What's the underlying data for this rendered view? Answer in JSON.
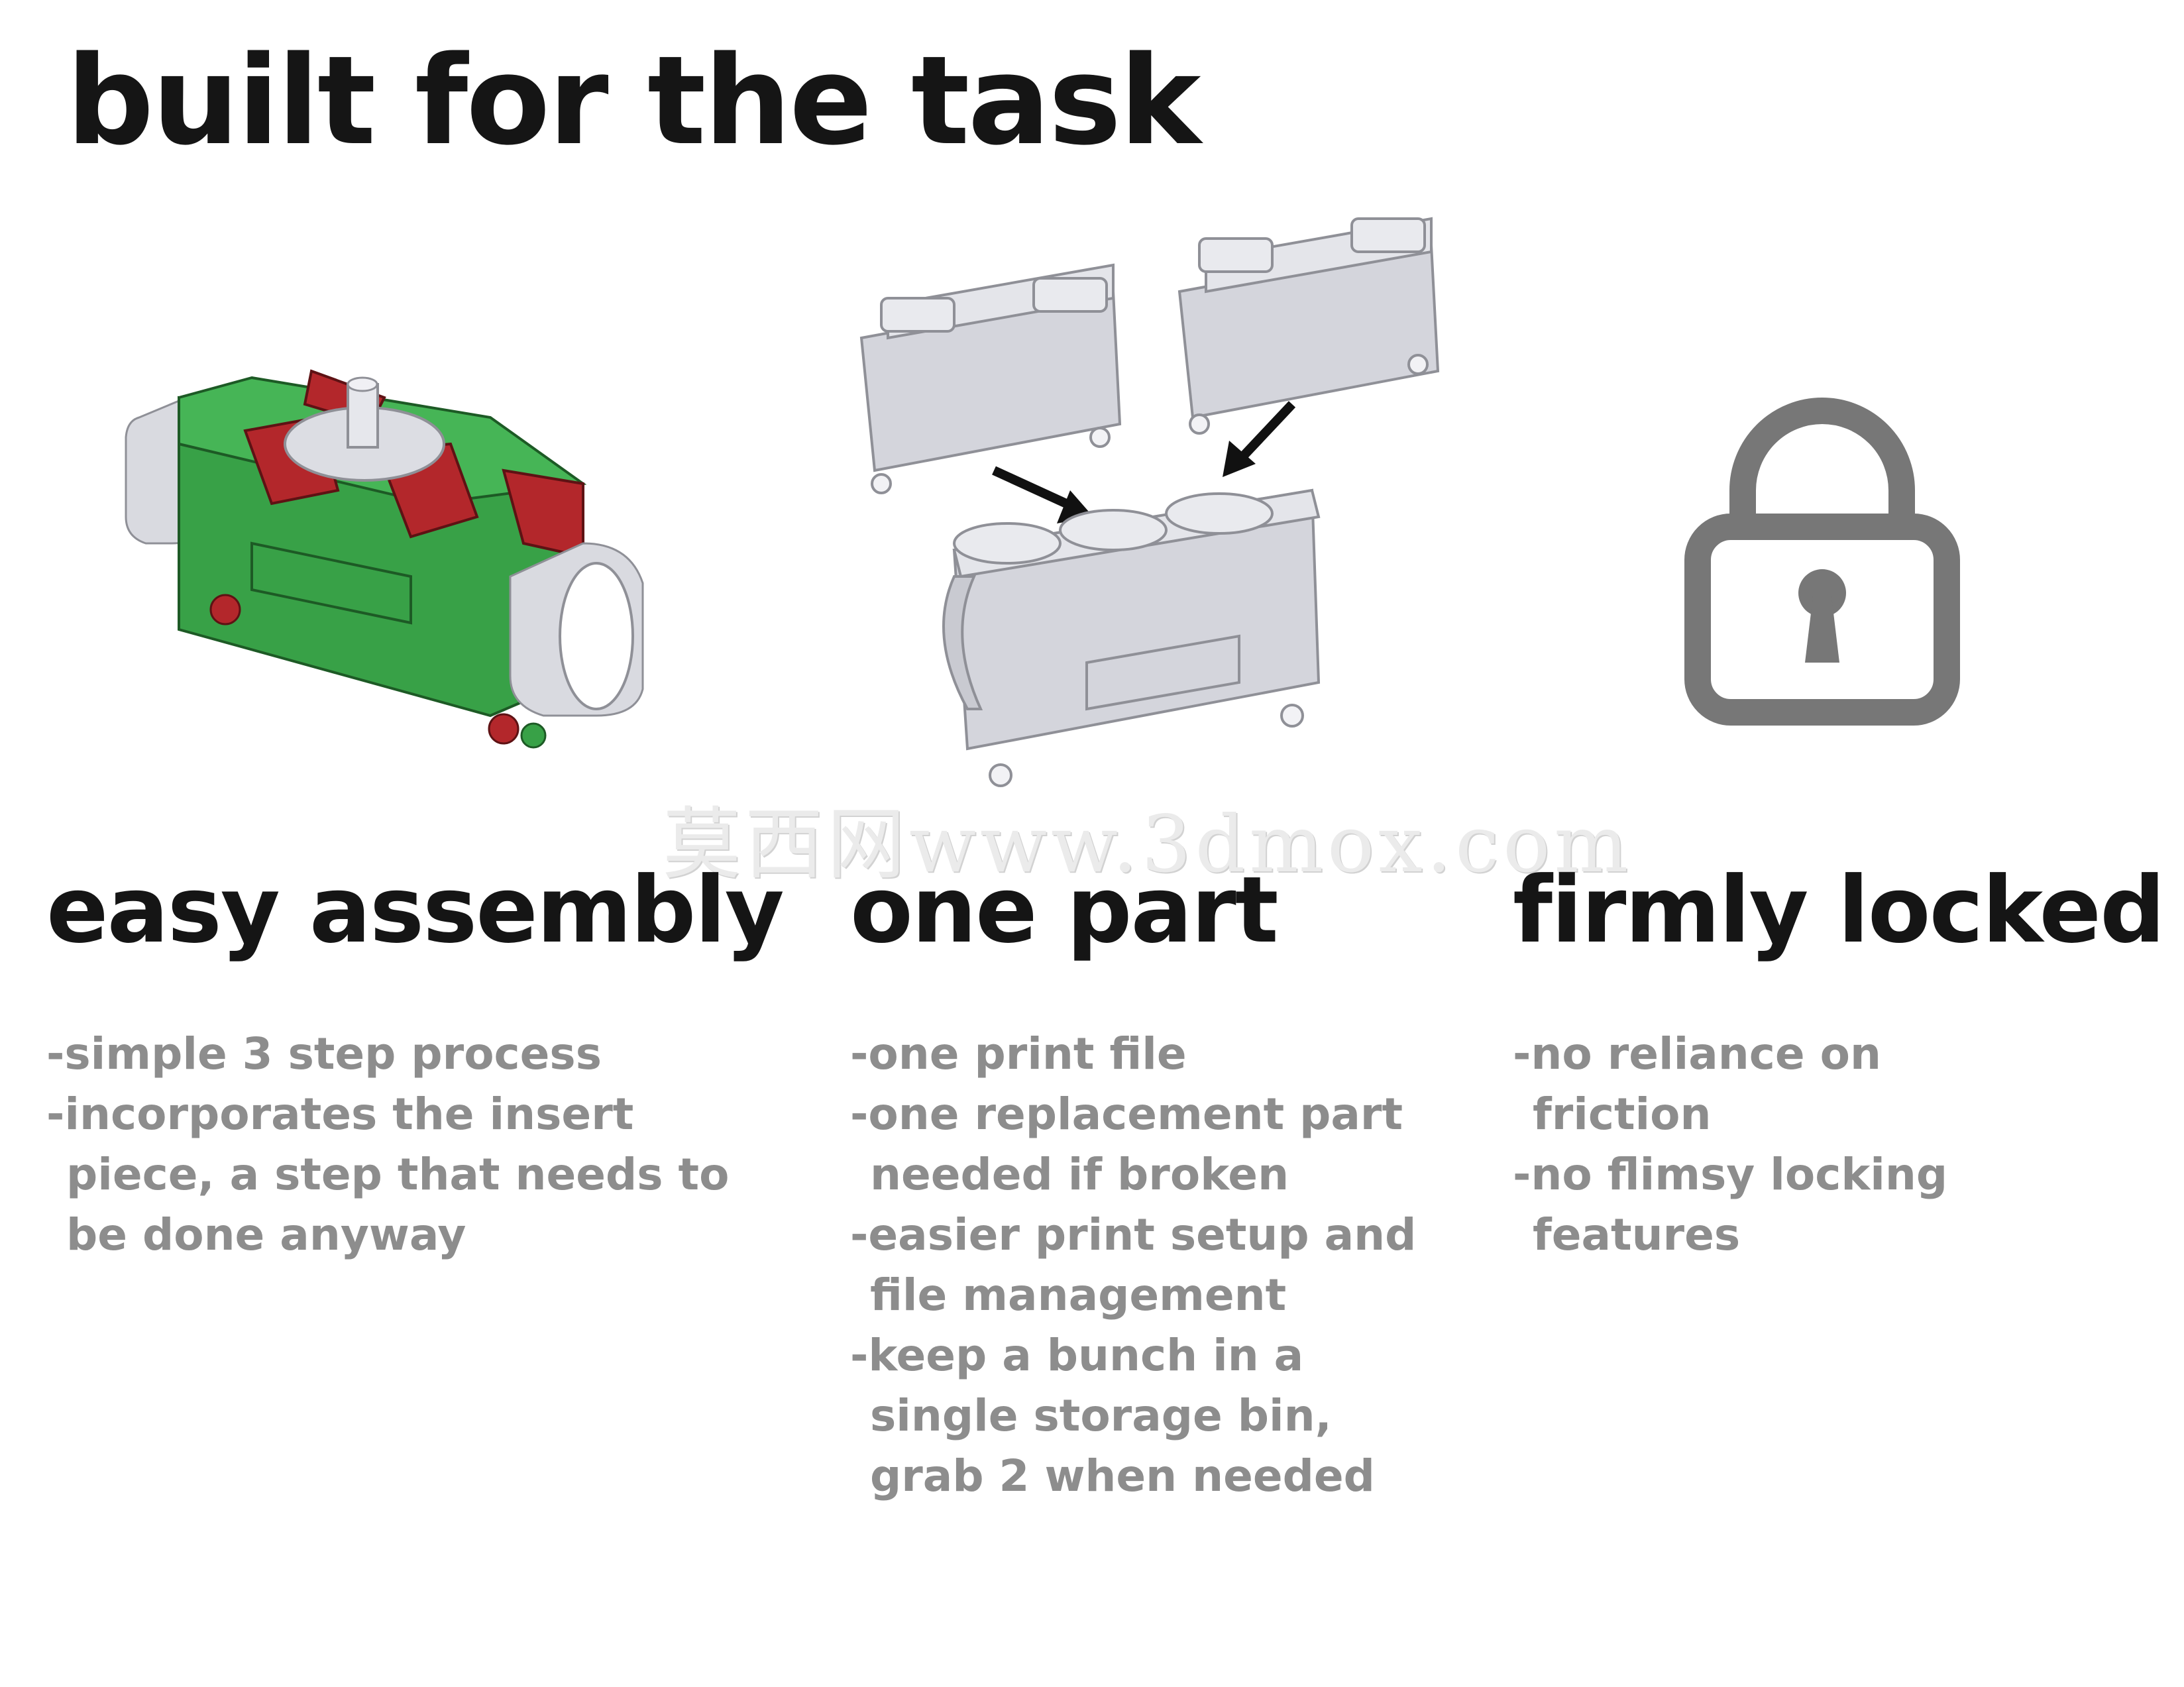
{
  "page": {
    "title": "built for the task",
    "watermark": "莫西网www.3dmox.com"
  },
  "colors": {
    "heading": "#151515",
    "body_text": "#8d8d8d",
    "part_gray": "#d4d5dc",
    "part_green": "#37a046",
    "part_red": "#b3272b",
    "lock_icon": "#777777"
  },
  "icons": [
    "assembled-clip-model",
    "clip-part-model",
    "arrow-icon",
    "lock-icon"
  ],
  "columns": [
    {
      "heading": "easy assembly",
      "bullets": [
        "-simple 3 step process",
        "-incorporates the insert piece, a step that needs to be done anyway"
      ]
    },
    {
      "heading": "one part",
      "bullets": [
        "-one print file",
        "-one replacement part needed if broken",
        "-easier print setup and file management",
        "-keep a bunch in a single storage bin, grab 2 when needed"
      ]
    },
    {
      "heading": "firmly locked",
      "bullets": [
        "-no reliance on friction",
        "-no flimsy locking features"
      ]
    }
  ]
}
